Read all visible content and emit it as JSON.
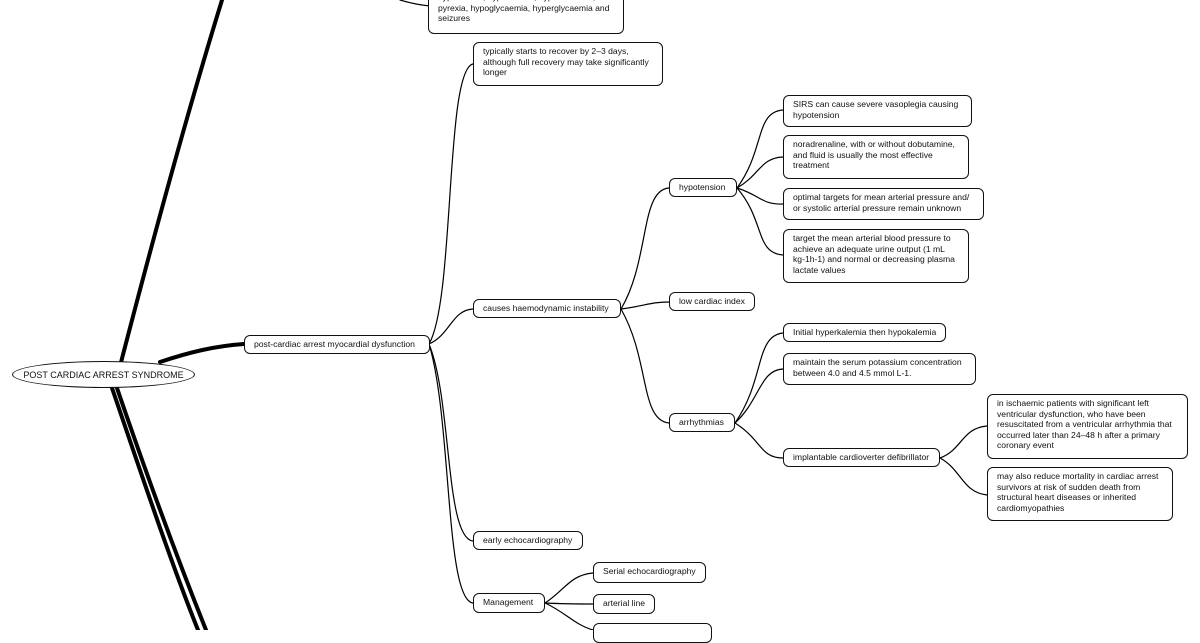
{
  "root": {
    "label": "POST CARDIAC ARREST SYNDROME"
  },
  "nodes": {
    "top_fragment": [
      "hypercarbia, hypoxaemia, hyperoxaemia,",
      "pyrexia, hypoglycaemia, hyperglycaemia and",
      "seizures"
    ],
    "pcamd": [
      "post-cardiac arrest myocardial dysfunction"
    ],
    "recovery": [
      "typically starts to recover by 2–3 days,",
      "although full recovery may take significantly",
      "longer"
    ],
    "instability": [
      "causes haemodynamic instability"
    ],
    "hypotension": [
      "hypotension"
    ],
    "sirs": [
      "SIRS can cause severe vasoplegia causing",
      "hypotension"
    ],
    "noradrenaline": [
      "noradrenaline, with or without dobutamine,",
      "and fluid is usually the most effective",
      "treatment"
    ],
    "optimal": [
      "optimal targets for mean arterial pressure and/",
      "or systolic arterial pressure remain unknown"
    ],
    "target_map": [
      "target the mean arterial blood pressure to",
      "achieve an adequate urine output (1 mL",
      "kg-1h-1) and normal or decreasing plasma",
      "lactate values"
    ],
    "low_ci": [
      "low cardiac index"
    ],
    "arrhythmias": [
      "arrhythmias"
    ],
    "hyperk": [
      "Initial hyperkalemia then hypokalemia"
    ],
    "potassium": [
      "maintain the serum potassium concentration",
      "between 4.0 and 4.5 mmol L-1."
    ],
    "icd": [
      "implantable cardioverter defibrillator"
    ],
    "icd_ischaemic": [
      "in ischaemic patients with significant left",
      "ventricular dysfunction, who have been",
      "resuscitated from a ventricular arrhythmia that",
      "occurred later than 24–48 h after a primary",
      "coronary event"
    ],
    "icd_mortality": [
      "may also reduce mortality in cardiac arrest",
      "survivors at risk of sudden death from",
      "structural heart diseases or inherited",
      "cardiomyopathies"
    ],
    "echo": [
      "early echocardiography"
    ],
    "management": [
      "Management"
    ],
    "serial_echo": [
      "Serial echocardiography"
    ],
    "art_line": [
      "arterial line"
    ],
    "bottom_fragment": [
      ""
    ]
  }
}
